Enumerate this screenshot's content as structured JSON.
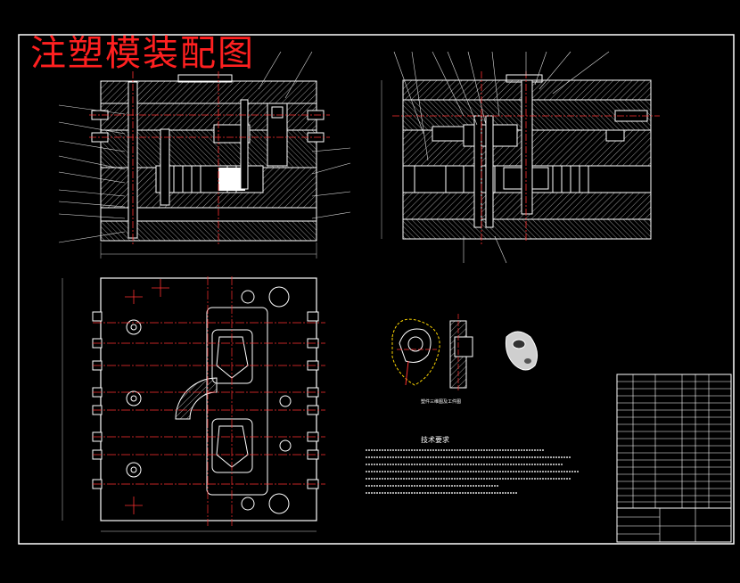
{
  "drawing": {
    "title": "注塑模装配图",
    "tech_req_title": "技术要求",
    "part_caption": "塑件三维图及工件图",
    "colors": {
      "background": "#000000",
      "line": "#ffffff",
      "title": "#ff2020",
      "centerline": "#ff3030",
      "hidden": "#ffd700",
      "detail": "#d0d0d0"
    }
  }
}
